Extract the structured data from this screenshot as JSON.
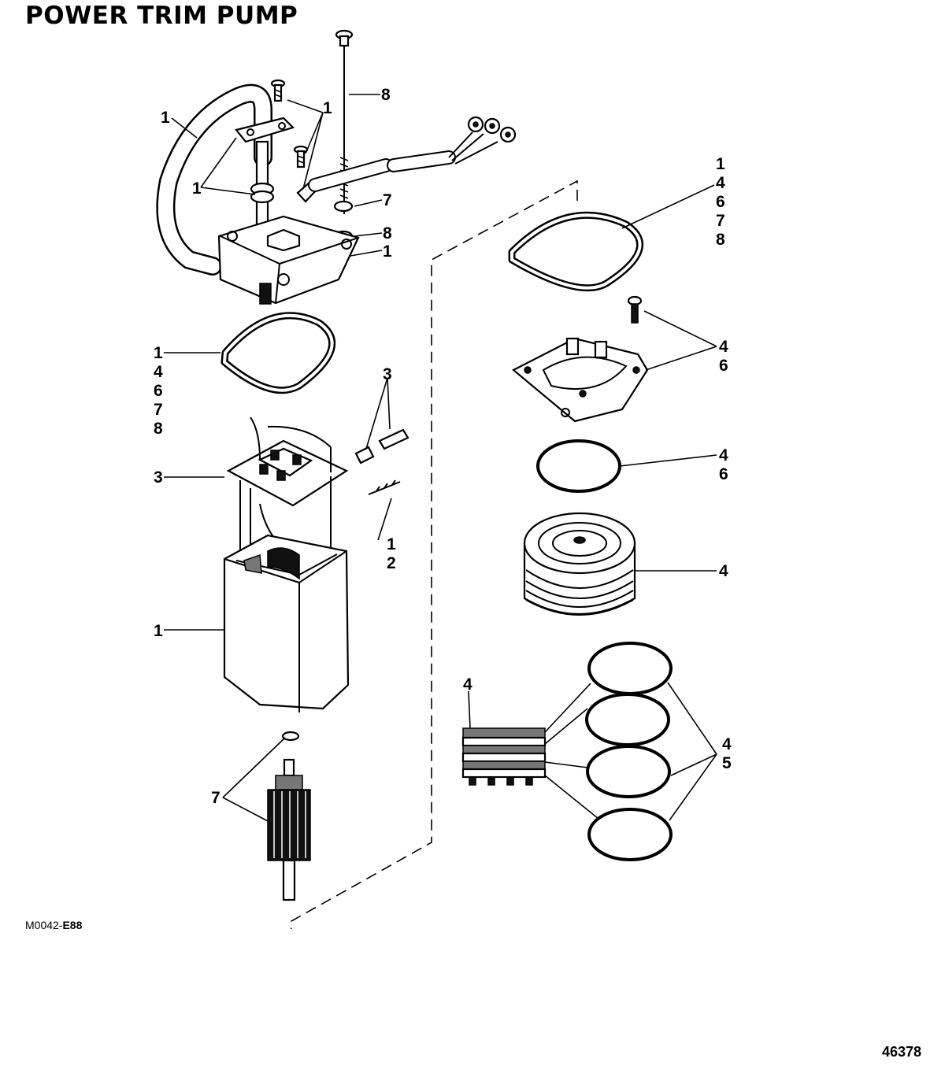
{
  "title": "POWER TRIM PUMP",
  "drawing_code": {
    "prefix": "M0042-",
    "suffix": "E88"
  },
  "figure_number": "46378",
  "callouts": [
    {
      "id": "c1",
      "lines": [
        "1"
      ]
    },
    {
      "id": "c2",
      "lines": [
        "1"
      ]
    },
    {
      "id": "c3",
      "lines": [
        "1"
      ]
    },
    {
      "id": "c4",
      "lines": [
        "8"
      ]
    },
    {
      "id": "c5",
      "lines": [
        "7"
      ]
    },
    {
      "id": "c6",
      "lines": [
        "8"
      ]
    },
    {
      "id": "c7",
      "lines": [
        "1"
      ]
    },
    {
      "id": "c8",
      "lines": [
        "1",
        "4",
        "6",
        "7",
        "8"
      ]
    },
    {
      "id": "c9",
      "lines": [
        "1",
        "4",
        "6",
        "7",
        "8"
      ]
    },
    {
      "id": "c10",
      "lines": [
        "3"
      ]
    },
    {
      "id": "c11",
      "lines": [
        "3"
      ]
    },
    {
      "id": "c12",
      "lines": [
        "1",
        "2"
      ]
    },
    {
      "id": "c13",
      "lines": [
        "4",
        "6"
      ]
    },
    {
      "id": "c14",
      "lines": [
        "4",
        "6"
      ]
    },
    {
      "id": "c15",
      "lines": [
        "4"
      ]
    },
    {
      "id": "c16",
      "lines": [
        "1"
      ]
    },
    {
      "id": "c17",
      "lines": [
        "4"
      ]
    },
    {
      "id": "c18",
      "lines": [
        "4",
        "5"
      ]
    },
    {
      "id": "c19",
      "lines": [
        "7"
      ]
    }
  ]
}
